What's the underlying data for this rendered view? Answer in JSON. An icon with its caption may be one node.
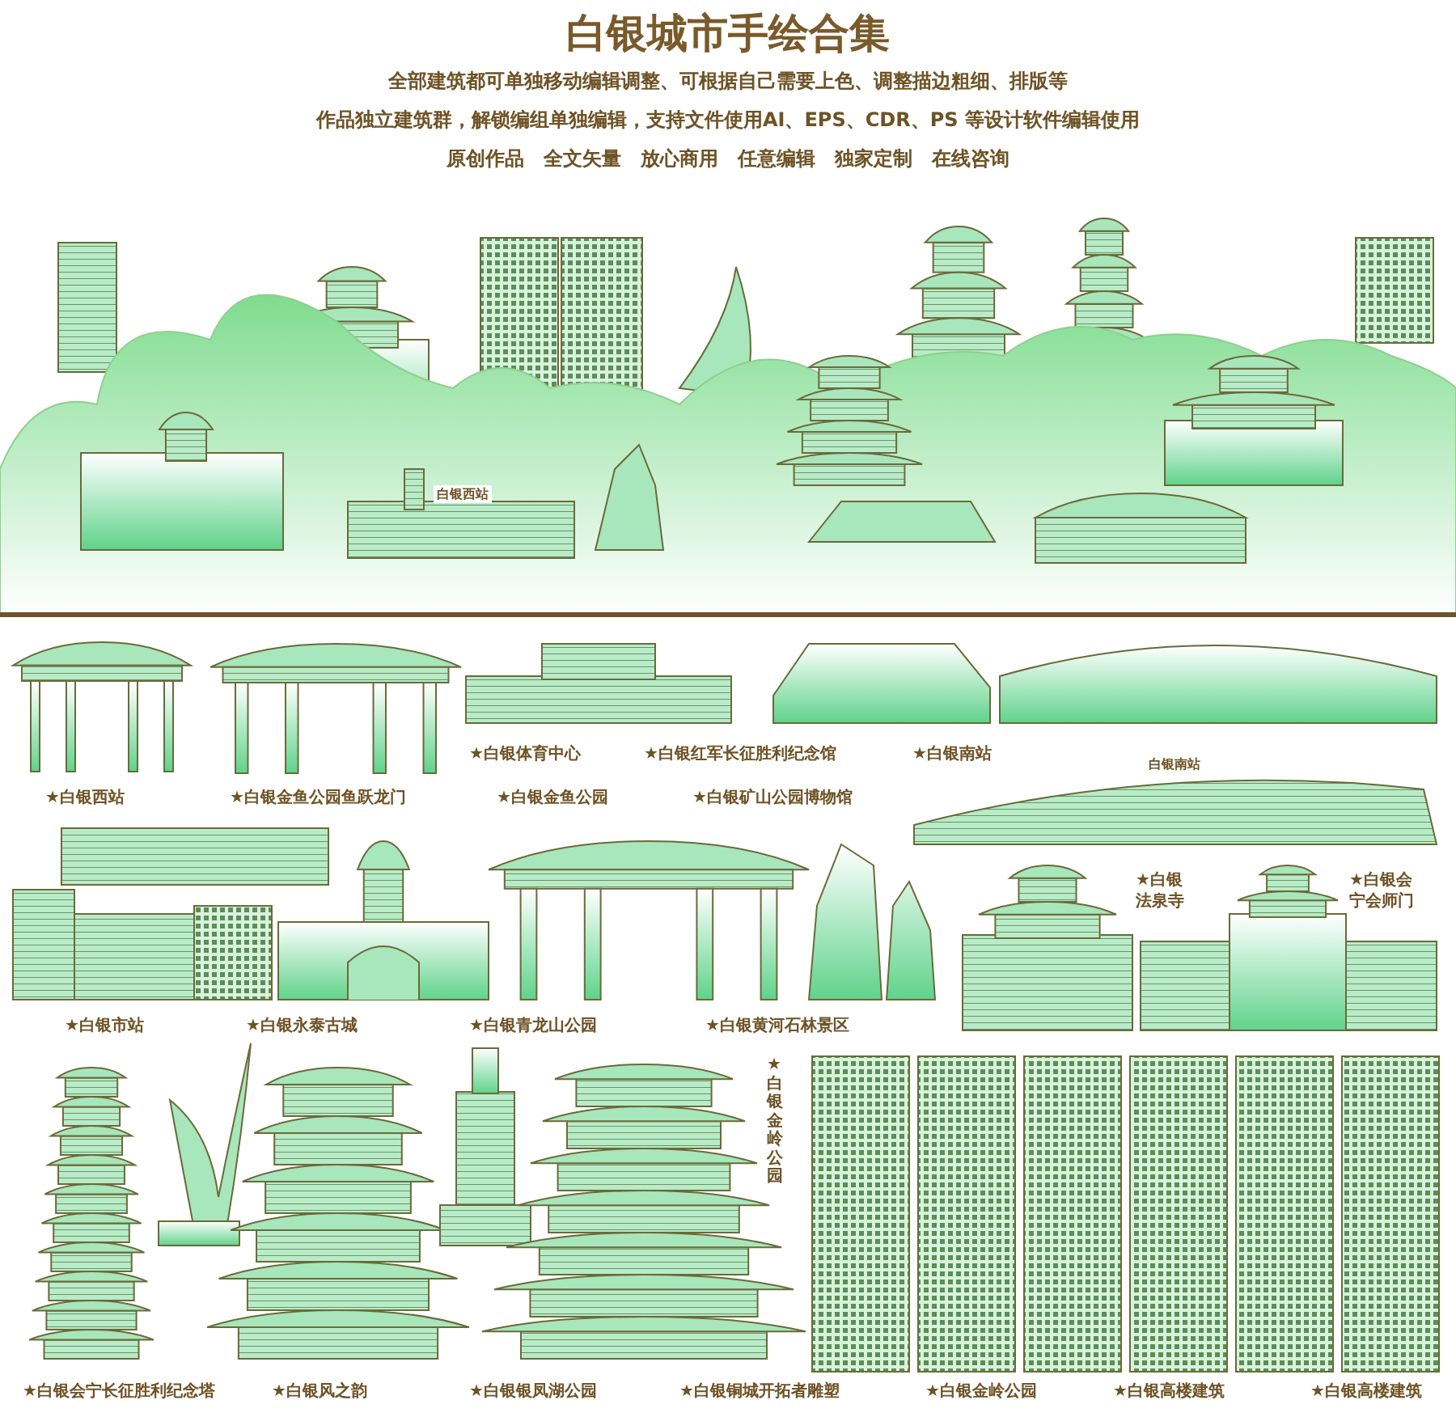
{
  "diagram": {
    "title": "白银城市手绘合集",
    "labels": [
      "全部建筑都可单独移动编辑调整、可根据自己需要上色、调整描边粗细、排版等",
      "作品独立建筑群，解锁编组单独编辑，支持文件使用AI、EPS、CDR、PS 等设计软件编辑使用",
      "原创作品　全文矢量　放心商用　任意编辑　独家定制　在线咨询",
      "白银西站",
      "★白银体育中心",
      "★白银红军长征胜利纪念馆",
      "★白银南站",
      "白银南站",
      "★白银西站",
      "★白银金鱼公园鱼跃龙门",
      "★白银金鱼公园",
      "★白银矿山公园博物馆",
      "★白银法泉寺",
      "★白银会宁会师门",
      "★白银市站",
      "★白银永泰古城",
      "★白银青龙山公园",
      "★白银黄河石林景区",
      "★白银金岭公园",
      "★白银会宁长征胜利纪念塔",
      "★白银风之韵",
      "★白银银凤湖公园",
      "★白银铜城开拓者雕塑",
      "★白银金岭公园",
      "★白银高楼建筑",
      "★白银高楼建筑"
    ]
  }
}
